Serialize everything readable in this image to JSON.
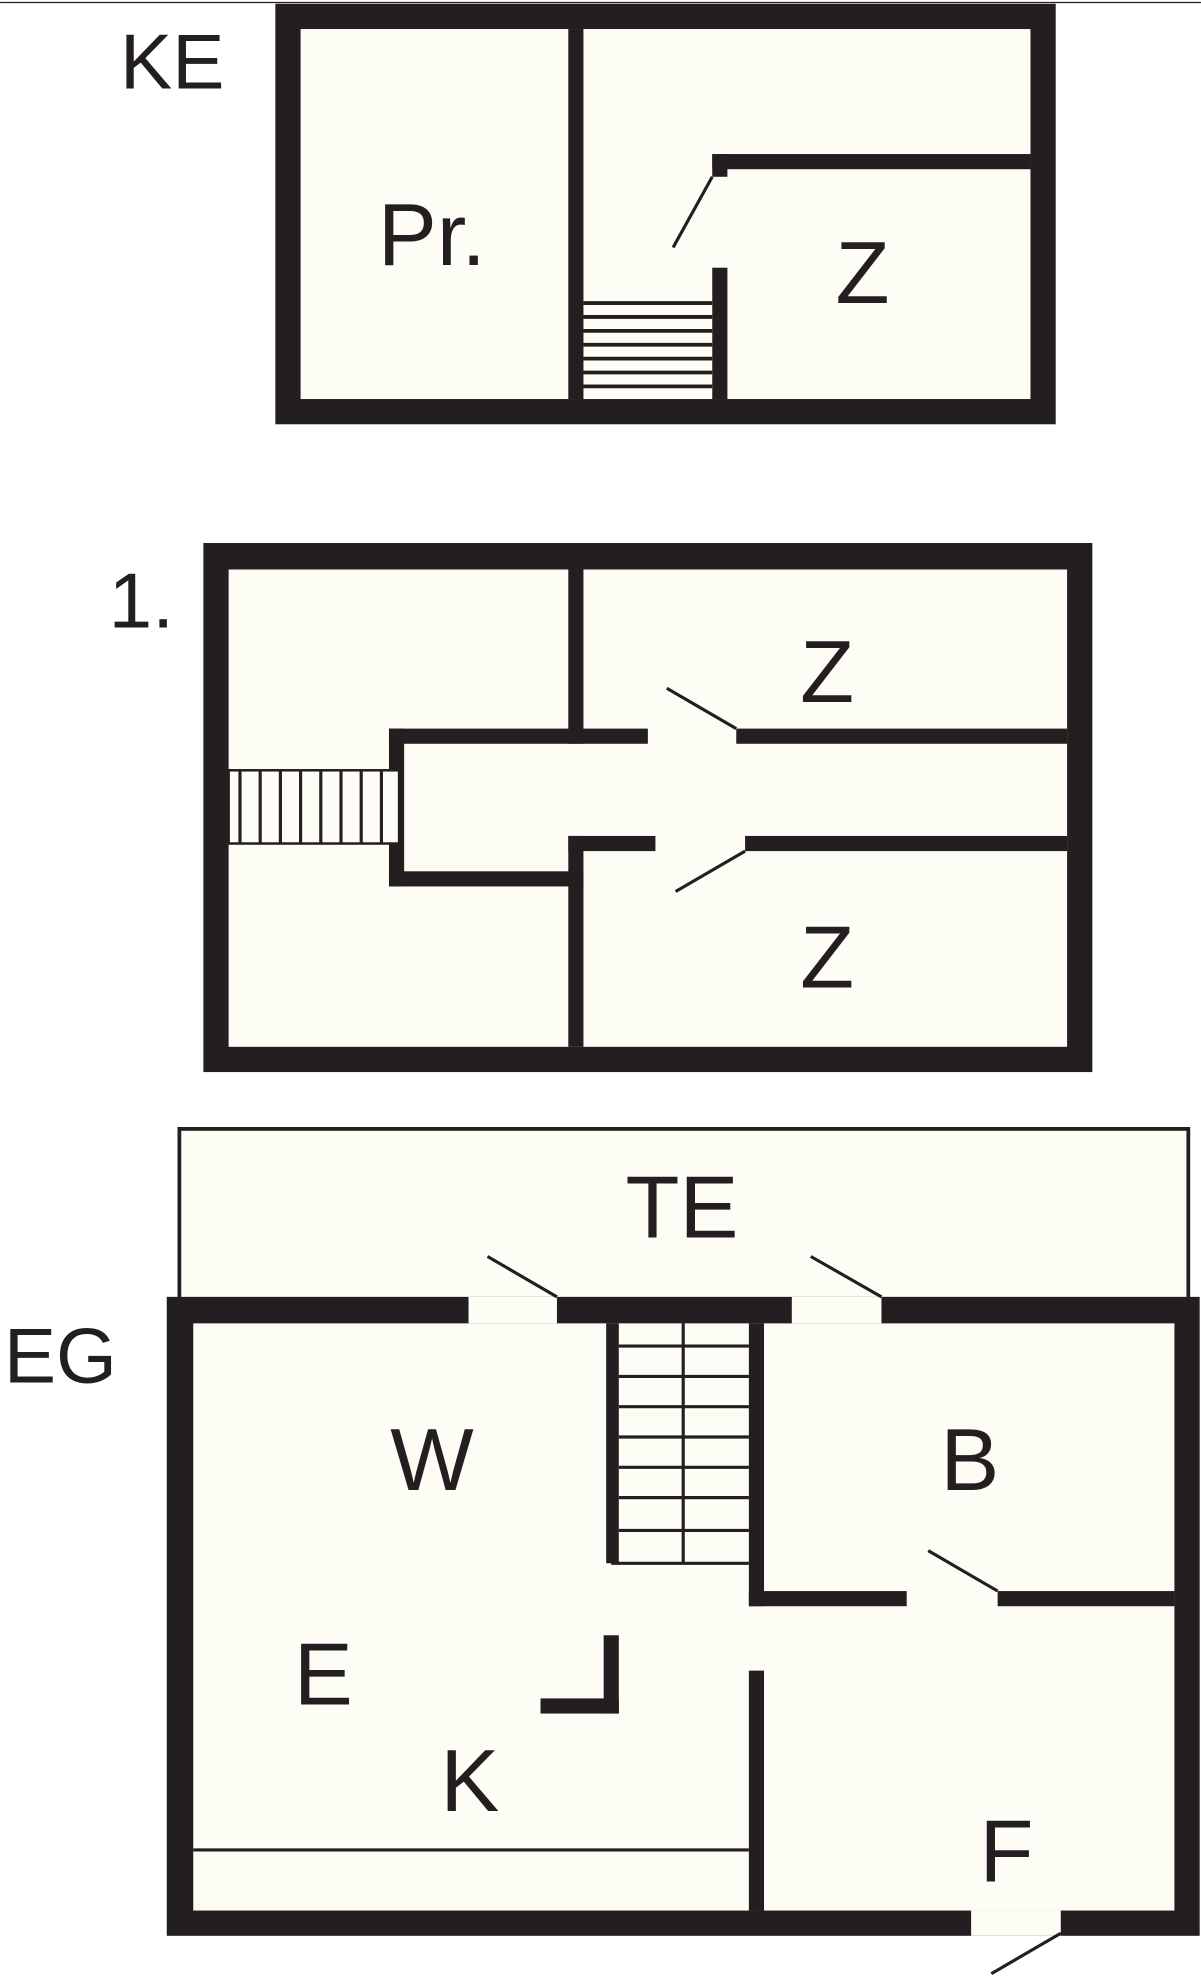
{
  "colors": {
    "wall": "#231f20",
    "room_fill": "#fdfdf6",
    "background": "#ffffff"
  },
  "floors": {
    "basement": {
      "label": "KE",
      "rooms": {
        "storage": "Pr.",
        "room": "Z"
      }
    },
    "first": {
      "label": "1.",
      "rooms": {
        "room_top": "Z",
        "room_bottom": "Z"
      }
    },
    "ground": {
      "label": "EG",
      "rooms": {
        "terrace": "TE",
        "living": "W",
        "bath": "B",
        "dining": "E",
        "kitchen": "K",
        "hall": "F"
      }
    }
  }
}
